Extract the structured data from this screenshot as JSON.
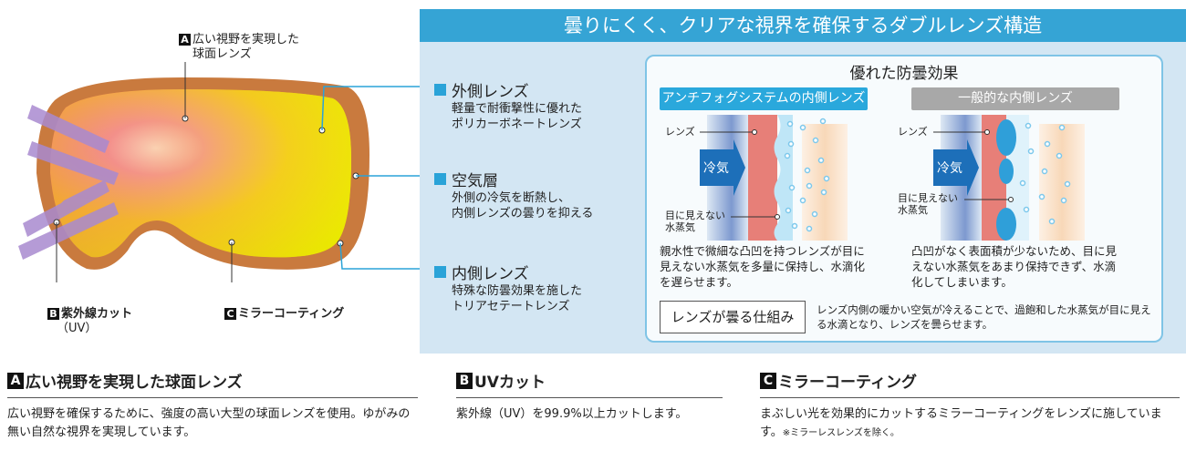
{
  "goggle": {
    "label_a_badge": "A",
    "label_a_line1": "広い視野を実現した",
    "label_a_line2": "球面レンズ",
    "label_b_badge": "B",
    "label_b_line1": "紫外線カット",
    "label_b_line2": "（UV）",
    "label_c_badge": "C",
    "label_c_text": "ミラーコーティング"
  },
  "panel": {
    "title": "曇りにくく、クリアな視界を確保するダブルレンズ構造",
    "features": [
      {
        "title": "外側レンズ",
        "line1": "軽量で耐衝撃性に優れた",
        "line2": "ポリカーボネートレンズ"
      },
      {
        "title": "空気層",
        "line1": "外側の冷気を断熱し、",
        "line2": "内側レンズの曇りを抑える"
      },
      {
        "title": "内側レンズ",
        "line1": "特殊な防曇効果を施した",
        "line2": "トリアセテートレンズ"
      }
    ],
    "antifog": {
      "title": "優れた防曇効果",
      "left": {
        "header": "アンチフォグシステムの内側レンズ",
        "lens_label": "レンズ",
        "cold_label": "冷気",
        "vapor_line1": "目に見えない",
        "vapor_line2": "水蒸気",
        "desc": "親水性で微細な凸凹を持つレンズが目に見えない水蒸気を多量に保持し、水滴化を遅らせます。"
      },
      "right": {
        "header": "一般的な内側レンズ",
        "lens_label": "レンズ",
        "cold_label": "冷気",
        "vapor_line1": "目に見えない",
        "vapor_line2": "水蒸気",
        "desc": "凸凹がなく表面積が少ないため、目に見えない水蒸気をあまり保持できず、水滴化してしまいます。"
      },
      "mechanism_label": "レンズが曇る仕組み",
      "mechanism_desc": "レンズ内側の暖かい空気が冷えることで、過飽和した水蒸気が目に見える水滴となり、レンズを曇らせます。"
    }
  },
  "sections": [
    {
      "badge": "A",
      "title": "広い視野を実現した球面レンズ",
      "text": "広い視野を確保するために、強度の高い大型の球面レンズを使用。ゆがみの無い自然な視界を実現しています。"
    },
    {
      "badge": "B",
      "title": "UVカット",
      "text": "紫外線（UV）を99.9%以上カットします。"
    },
    {
      "badge": "C",
      "title": "ミラーコーティング",
      "text": "まぶしい光を効果的にカットするミラーコーティングをレンズに施しています。",
      "note": "※ミラーレスレンズを除く。"
    }
  ]
}
